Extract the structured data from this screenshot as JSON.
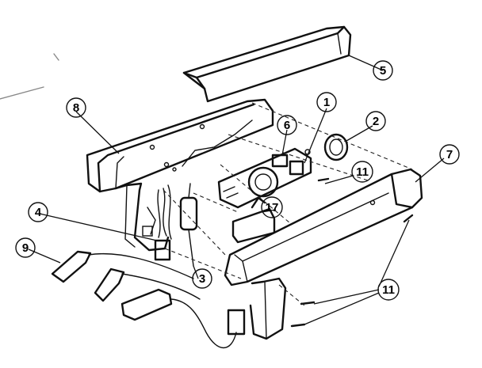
{
  "callouts": [
    {
      "id": "callout-1",
      "label": "1"
    },
    {
      "id": "callout-2",
      "label": "2"
    },
    {
      "id": "callout-3",
      "label": "3"
    },
    {
      "id": "callout-4",
      "label": "4"
    },
    {
      "id": "callout-5",
      "label": "5"
    },
    {
      "id": "callout-6",
      "label": "6"
    },
    {
      "id": "callout-7",
      "label": "7"
    },
    {
      "id": "callout-8",
      "label": "8"
    },
    {
      "id": "callout-9",
      "label": "9"
    },
    {
      "id": "callout-11a",
      "label": "11"
    },
    {
      "id": "callout-11b",
      "label": "11"
    },
    {
      "id": "callout-11c",
      "label": "11"
    },
    {
      "id": "callout-17",
      "label": "17"
    }
  ]
}
